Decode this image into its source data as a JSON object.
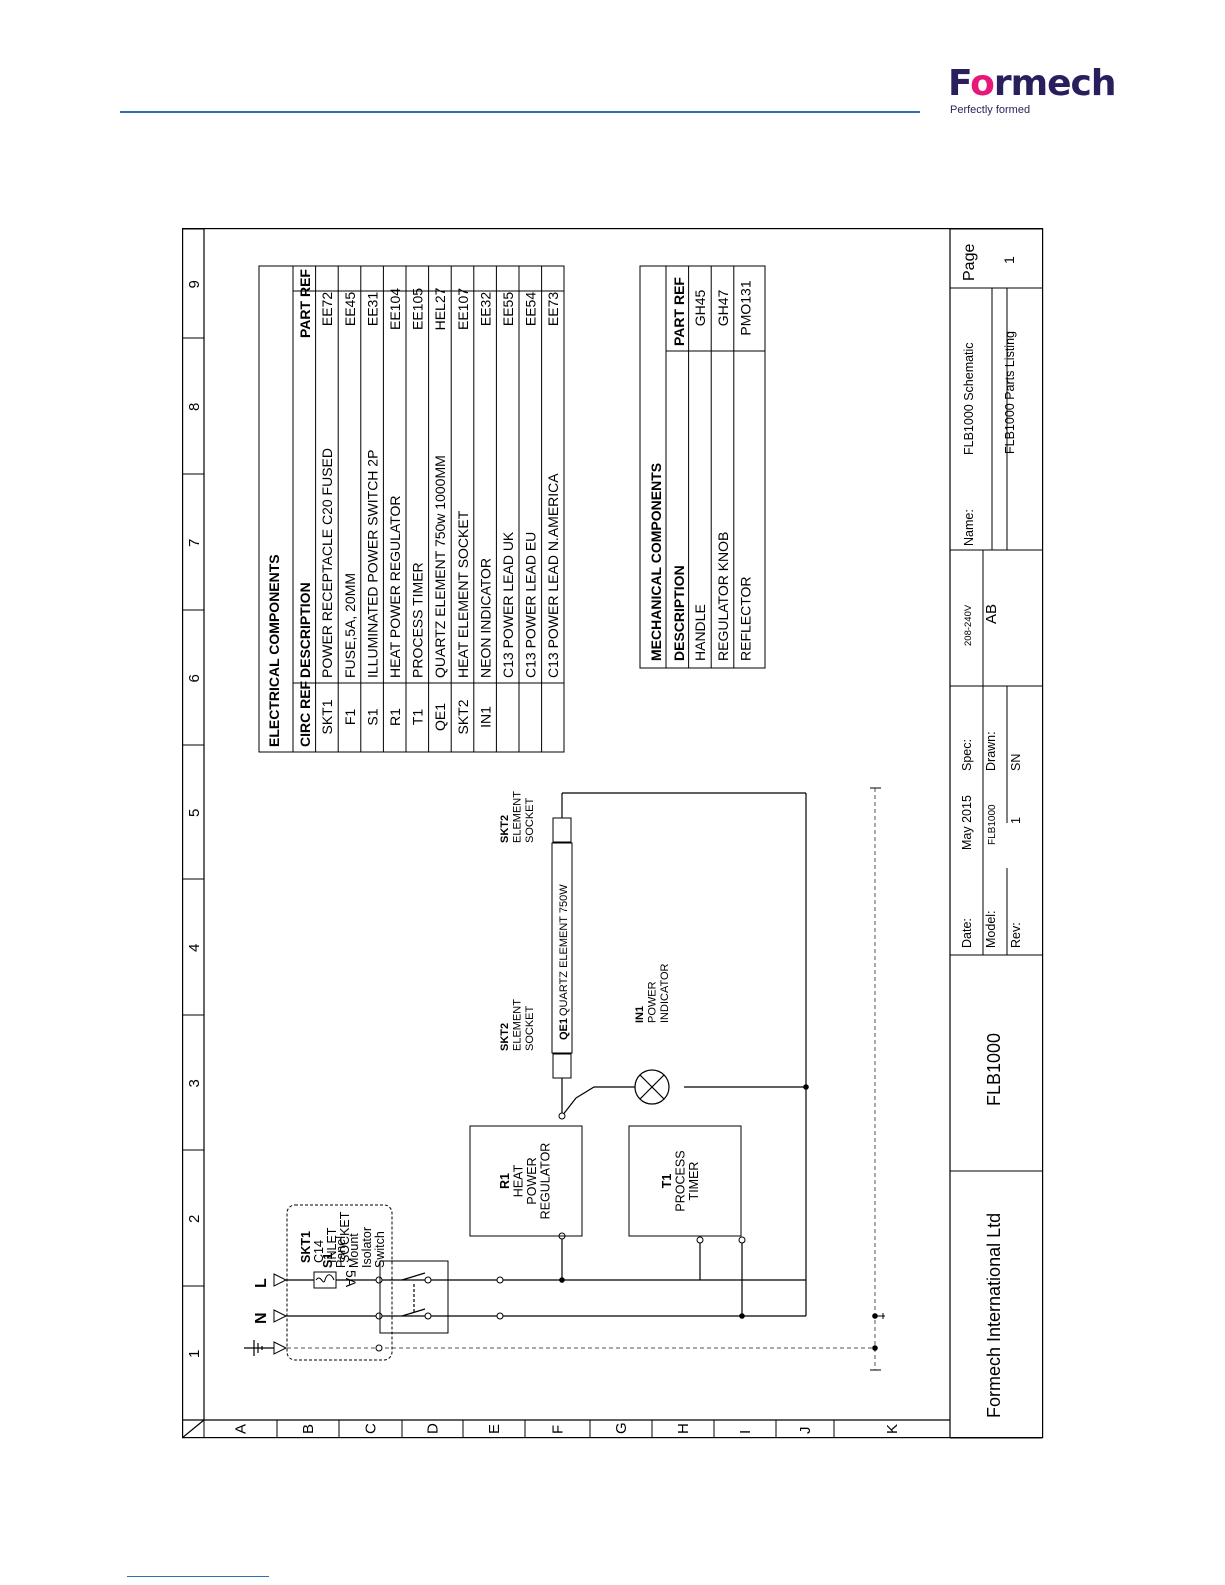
{
  "brand": {
    "name_part1": "F",
    "name_o": "o",
    "name_part2": "rmech",
    "tagline": "Perfectly formed"
  },
  "sheet": {
    "column_markers": [
      "1",
      "2",
      "3",
      "4",
      "5",
      "6",
      "7",
      "8",
      "9"
    ],
    "row_markers": [
      "A",
      "B",
      "C",
      "D",
      "E",
      "F",
      "G",
      "H",
      "I",
      "J",
      "K"
    ]
  },
  "title_block": {
    "company": "Formech International Ltd",
    "product": "FLB1000",
    "date_label": "Date:",
    "date_value": "May 2015",
    "spec_label": "Spec:",
    "spec_value": "208-240V",
    "model_label": "Model:",
    "model_value": "FLB1000",
    "drawn_label": "Drawn:",
    "drawn_value": "AB",
    "rev_label": "Rev:",
    "rev_value": "1",
    "sn_label": "SN",
    "name_label": "Name:",
    "name_value_1": "FLB1000 Schematic",
    "name_value_2": "FLB1000 Parts Listing",
    "page_label": "Page",
    "page_value": "1"
  },
  "electrical_table": {
    "title": "ELECTRICAL COMPONENTS",
    "headers": [
      "CIRC REF",
      "DESCRIPTION",
      "PART REF"
    ],
    "rows": [
      [
        "SKT1",
        "POWER RECEPTACLE C20 FUSED",
        "EE72"
      ],
      [
        "F1",
        "FUSE,5A, 20MM",
        "EE45"
      ],
      [
        "S1",
        "ILLUMINATED POWER SWITCH 2P",
        "EE31"
      ],
      [
        "R1",
        "HEAT POWER REGULATOR",
        "EE104"
      ],
      [
        "T1",
        "PROCESS TIMER",
        "EE105"
      ],
      [
        "QE1",
        "QUARTZ ELEMENT 750w 1000MM",
        "HEL27"
      ],
      [
        "SKT2",
        "HEAT ELEMENT SOCKET",
        "EE107"
      ],
      [
        "IN1",
        "NEON INDICATOR",
        "EE32"
      ],
      [
        "",
        "C13 POWER LEAD UK",
        "EE55"
      ],
      [
        "",
        "C13 POWER LEAD EU",
        "EE54"
      ],
      [
        "",
        "C13 POWER LEAD N.AMERICA",
        "EE73"
      ]
    ]
  },
  "mechanical_table": {
    "title": "MECHANICAL COMPONENTS",
    "headers": [
      "DESCRIPTION",
      "PART REF"
    ],
    "rows": [
      [
        "HANDLE",
        "GH45"
      ],
      [
        "REGULATOR KNOB",
        "GH47"
      ],
      [
        "REFLECTOR",
        "PMO131"
      ]
    ]
  },
  "schematic": {
    "line_L": "L",
    "line_N": "N",
    "fuse_rating": "5A",
    "skt1": [
      "SKT1",
      "C14",
      "INLET",
      "SOCKET"
    ],
    "s1": [
      "S1",
      "Panel",
      "Mount",
      "Isolator",
      "Switch"
    ],
    "r1": [
      "R1",
      "HEAT",
      "POWER",
      "REGULATOR"
    ],
    "t1": [
      "T1",
      "PROCESS",
      "TIMER"
    ],
    "skt2_left": [
      "SKT2",
      "ELEMENT",
      "SOCKET"
    ],
    "skt2_right": [
      "SKT2",
      "ELEMENT",
      "SOCKET"
    ],
    "qe1_ref": "QE1",
    "qe1_label": "QUARTZ ELEMENT 750W",
    "in1": [
      "IN1",
      "POWER",
      "INDICATOR"
    ]
  }
}
